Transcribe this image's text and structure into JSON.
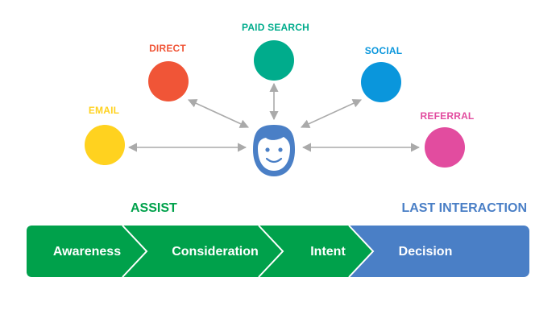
{
  "channels": [
    {
      "id": "email",
      "label": "EMAIL",
      "color": "#FFD21F"
    },
    {
      "id": "direct",
      "label": "DIRECT",
      "color": "#F05537"
    },
    {
      "id": "paid-search",
      "label": "PAID SEARCH",
      "color": "#00AC8C"
    },
    {
      "id": "social",
      "label": "SOCIAL",
      "color": "#0A96DC"
    },
    {
      "id": "referral",
      "label": "REFERRAL",
      "color": "#E24C9F"
    }
  ],
  "user_icon_color": "#4A7FC6",
  "arrow_color": "#AAAAAA",
  "sections": {
    "assist": {
      "label": "ASSIST",
      "color": "#00A14B"
    },
    "last_interaction": {
      "label": "LAST INTERACTION",
      "color": "#4A7FC6"
    }
  },
  "stages": [
    {
      "label": "Awareness",
      "color": "#00A14B"
    },
    {
      "label": "Consideration",
      "color": "#00A14B"
    },
    {
      "label": "Intent",
      "color": "#00A14B"
    },
    {
      "label": "Decision",
      "color": "#4A7FC6"
    }
  ]
}
